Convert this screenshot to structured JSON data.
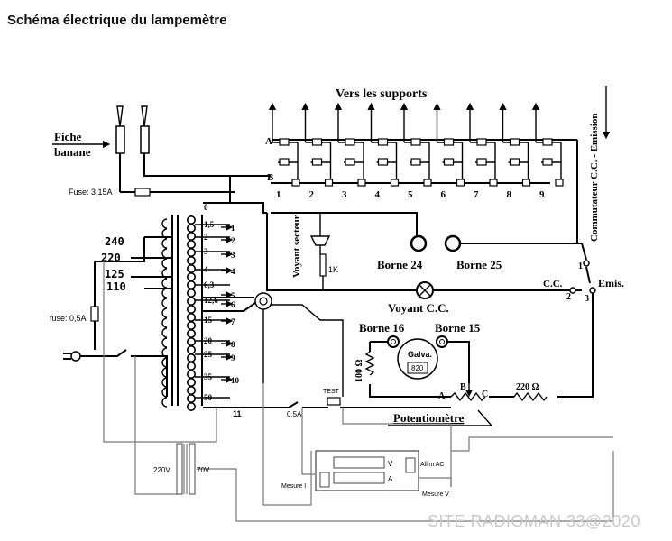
{
  "title": "Schéma électrique du lampemètre",
  "labels": {
    "vers_supports": "Vers les supports",
    "fiche": "Fiche",
    "banane": "banane",
    "fuse_main": "Fuse: 3,15A",
    "fuse_secondary": "fuse: 0,5A",
    "commutateur": "Commutateur C.C. - Emission",
    "voyant_secteur": "Voyant secteur",
    "resistor_1k": "1K",
    "borne_24": "Borne 24",
    "borne_25": "Borne 25",
    "voyant_cc": "Voyant C.C.",
    "cc": "C.C.",
    "emis": "Emis.",
    "borne_16": "Borne 16",
    "borne_15": "Borne 15",
    "galva": "Galva.",
    "galva_value": "820",
    "r100": "100 Ω",
    "r220": "220 Ω",
    "potentiometre": "Potentiomètre",
    "test": "TEST",
    "fuse_05a": "0,5A",
    "transfo_220v": "220V",
    "transfo_70v": "70V",
    "meter_v": "V",
    "meter_a": "A",
    "mesure_i": "Mesure I",
    "mesure_v": "Mesure V",
    "allim_ac": "Allim AC",
    "line_a": "A",
    "line_b": "B",
    "pot_a": "A",
    "pot_b": "B",
    "pot_c": "C",
    "switch_1": "1",
    "switch_2": "2",
    "switch_3": "3",
    "tap_11": "11"
  },
  "mains_taps": [
    "240",
    "220",
    "125",
    "110"
  ],
  "taps_left": [
    "0",
    "1,5",
    "2",
    "3",
    "4",
    "6,3",
    "12,6",
    "15",
    "20",
    "25",
    "35",
    "50"
  ],
  "taps_right": [
    "1",
    "2",
    "3",
    "4",
    "5",
    "6",
    "7",
    "8",
    "9",
    "10"
  ],
  "support_numbers": [
    "1",
    "2",
    "3",
    "4",
    "5",
    "6",
    "7",
    "8",
    "9"
  ],
  "watermark": "SITE RADIOMAN 33@2020"
}
